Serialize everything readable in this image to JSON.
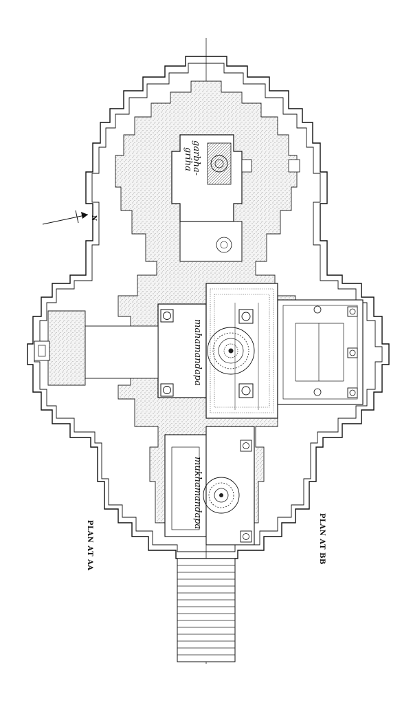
{
  "diagram": {
    "north_label": "N",
    "rooms": {
      "sanctum_line1": "garbha-",
      "sanctum_line2": "griha",
      "hall_main": "mahamandapa",
      "hall_porch": "mukhamandapa"
    },
    "captions": {
      "left_half": "PLAN AT AA",
      "right_half": "PLAN AT BB"
    }
  }
}
